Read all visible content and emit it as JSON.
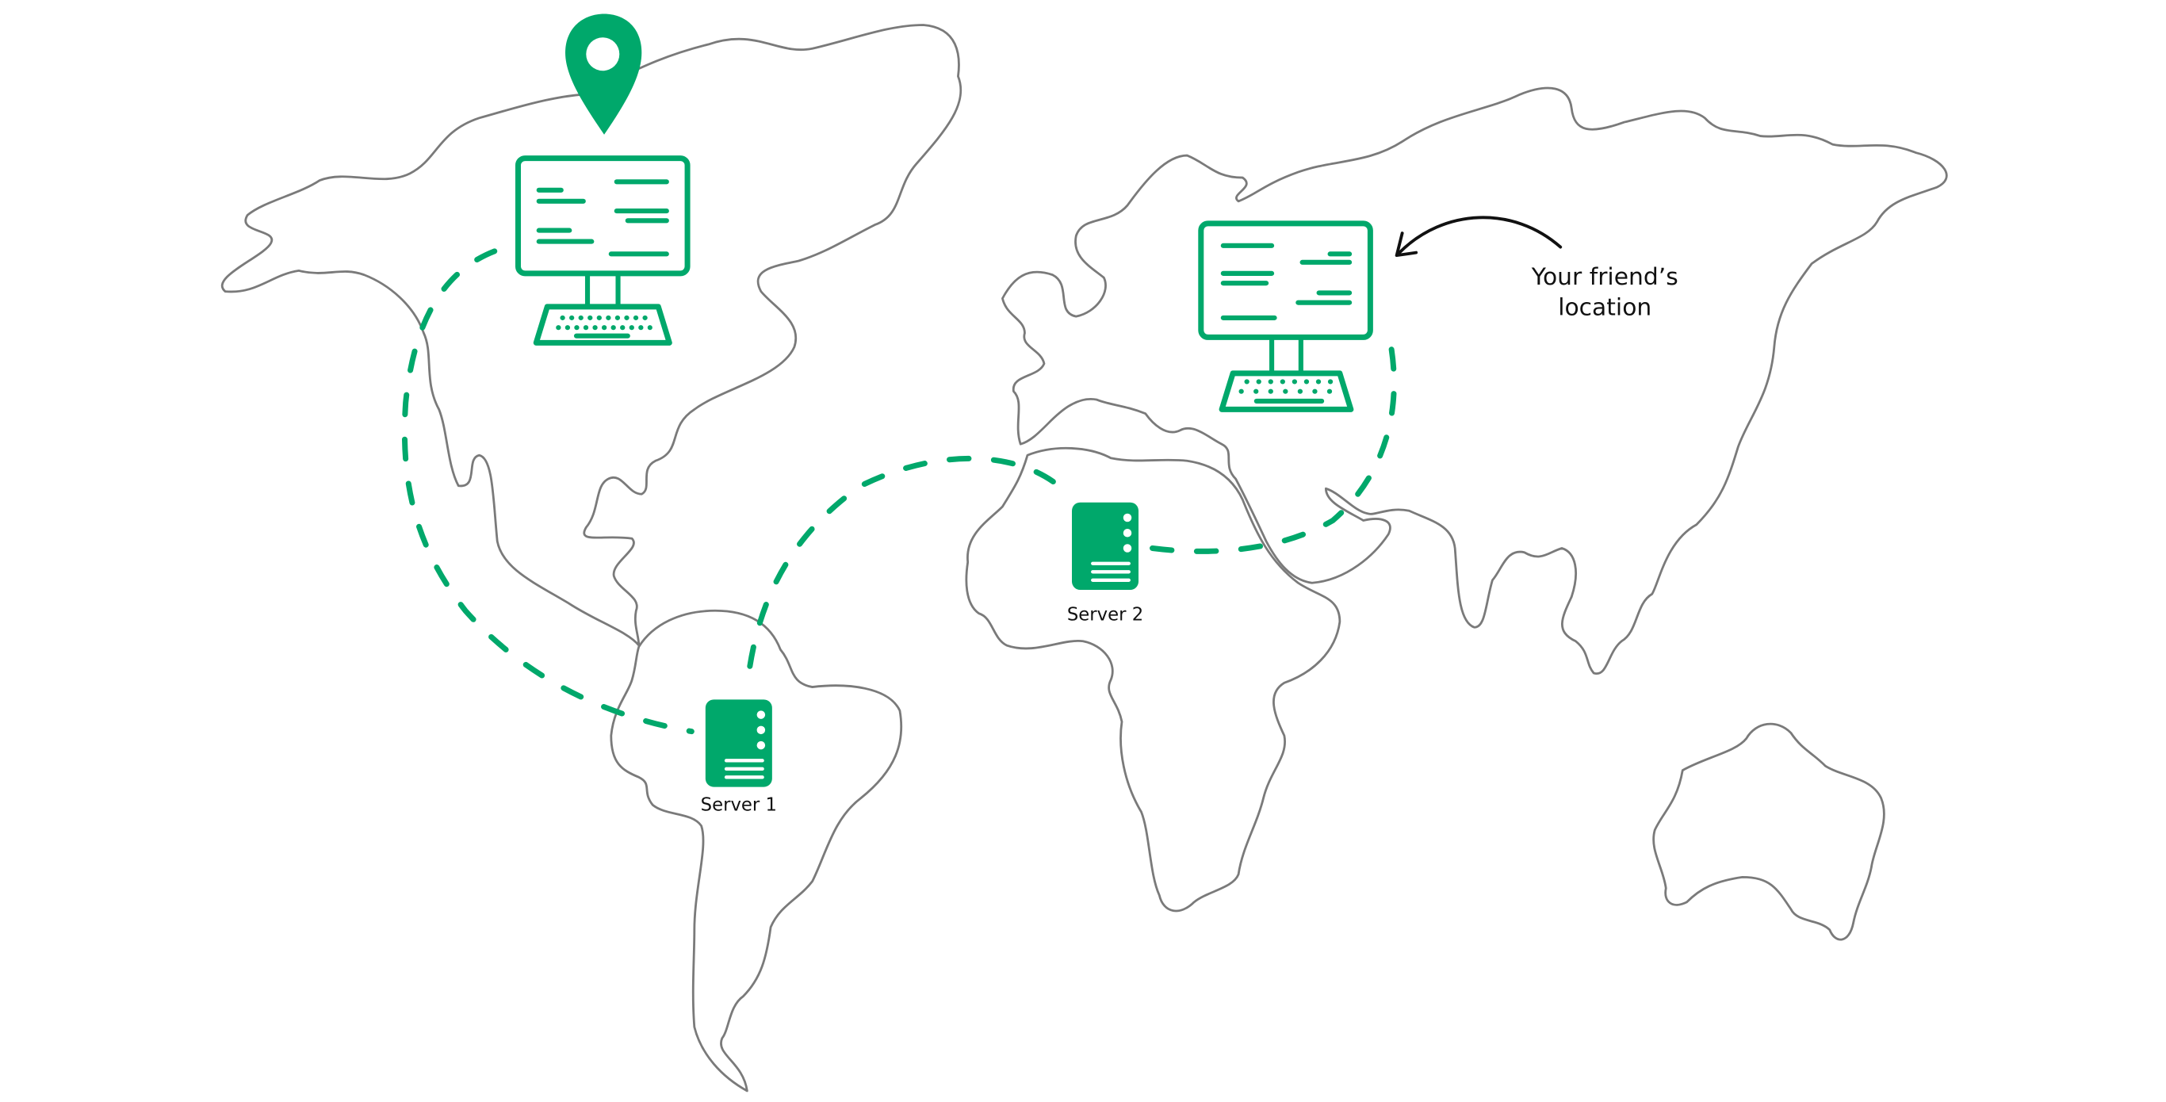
{
  "colors": {
    "accent": "#00a86b",
    "land_outline": "#7a7a7a",
    "text": "#111111"
  },
  "markers": {
    "pin": {
      "icon": "map-pin-icon"
    },
    "your_computer": {
      "icon": "desktop-computer-icon"
    },
    "friend_computer": {
      "icon": "desktop-computer-icon"
    }
  },
  "servers": [
    {
      "label": "Server 1",
      "icon": "server-icon"
    },
    {
      "label": "Server 2",
      "icon": "server-icon"
    }
  ],
  "annotation": {
    "line1": "Your friend’s",
    "line2": "location",
    "icon": "curved-arrow-icon"
  }
}
